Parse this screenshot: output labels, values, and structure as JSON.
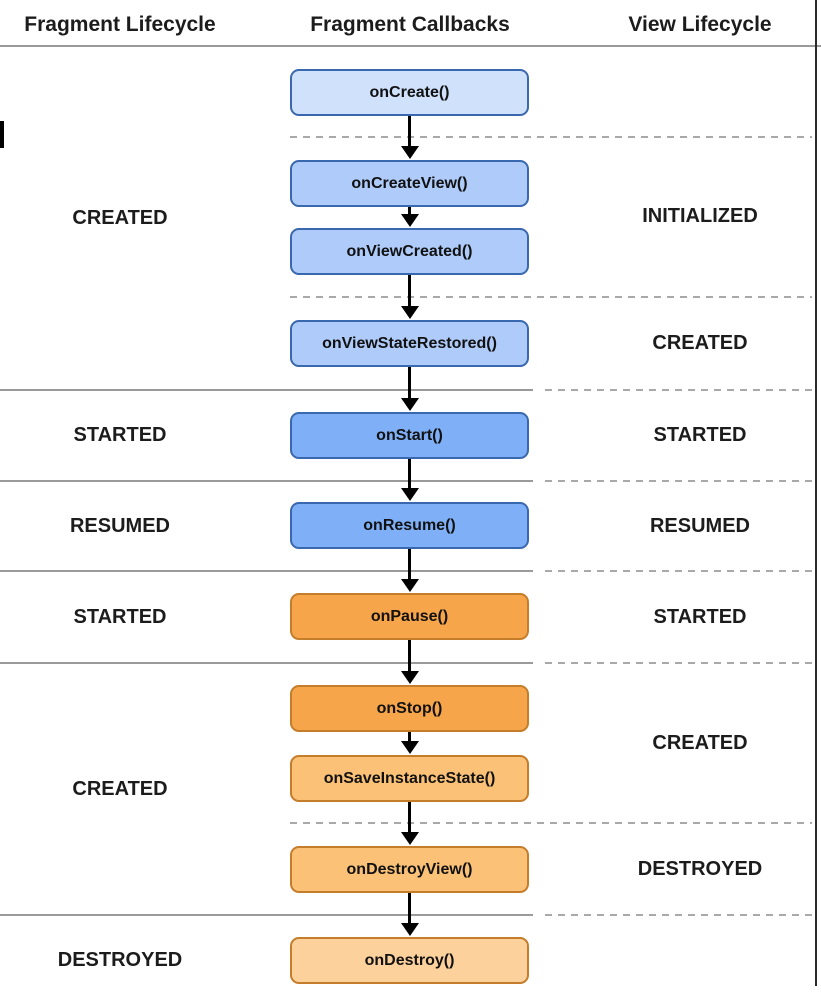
{
  "header": {
    "columns": [
      {
        "label": "Fragment Lifecycle"
      },
      {
        "label": "Fragment Callbacks"
      },
      {
        "label": "View Lifecycle"
      }
    ]
  },
  "palette": {
    "blue_border": "#3a68ae",
    "orange_border": "#c47d2b",
    "blue_lightest": "#cfe1fb",
    "blue_light": "#aecbfa",
    "blue_medium": "#7fb0f7",
    "orange_medium": "#f7a54a",
    "orange_light": "#fbc277",
    "orange_lightest": "#fdd19c",
    "separator_solid": "#9a9a9a",
    "separator_dashed": "#a9a9a9",
    "arrow": "#000000"
  },
  "callbacks": [
    {
      "label": "onCreate()",
      "fill_key": "blue_lightest",
      "border_key": "blue_border"
    },
    {
      "label": "onCreateView()",
      "fill_key": "blue_light",
      "border_key": "blue_border"
    },
    {
      "label": "onViewCreated()",
      "fill_key": "blue_light",
      "border_key": "blue_border"
    },
    {
      "label": "onViewStateRestored()",
      "fill_key": "blue_light",
      "border_key": "blue_border"
    },
    {
      "label": "onStart()",
      "fill_key": "blue_medium",
      "border_key": "blue_border"
    },
    {
      "label": "onResume()",
      "fill_key": "blue_medium",
      "border_key": "blue_border"
    },
    {
      "label": "onPause()",
      "fill_key": "orange_medium",
      "border_key": "orange_border"
    },
    {
      "label": "onStop()",
      "fill_key": "orange_medium",
      "border_key": "orange_border"
    },
    {
      "label": "onSaveInstanceState()",
      "fill_key": "orange_light",
      "border_key": "orange_border"
    },
    {
      "label": "onDestroyView()",
      "fill_key": "orange_light",
      "border_key": "orange_border"
    },
    {
      "label": "onDestroy()",
      "fill_key": "orange_lightest",
      "border_key": "orange_border"
    }
  ],
  "fragment_states": [
    {
      "label": "CREATED"
    },
    {
      "label": "STARTED"
    },
    {
      "label": "RESUMED"
    },
    {
      "label": "STARTED"
    },
    {
      "label": "CREATED"
    },
    {
      "label": "DESTROYED"
    }
  ],
  "view_states": [
    {
      "label": "INITIALIZED"
    },
    {
      "label": "CREATED"
    },
    {
      "label": "STARTED"
    },
    {
      "label": "RESUMED"
    },
    {
      "label": "STARTED"
    },
    {
      "label": "CREATED"
    },
    {
      "label": "DESTROYED"
    }
  ]
}
